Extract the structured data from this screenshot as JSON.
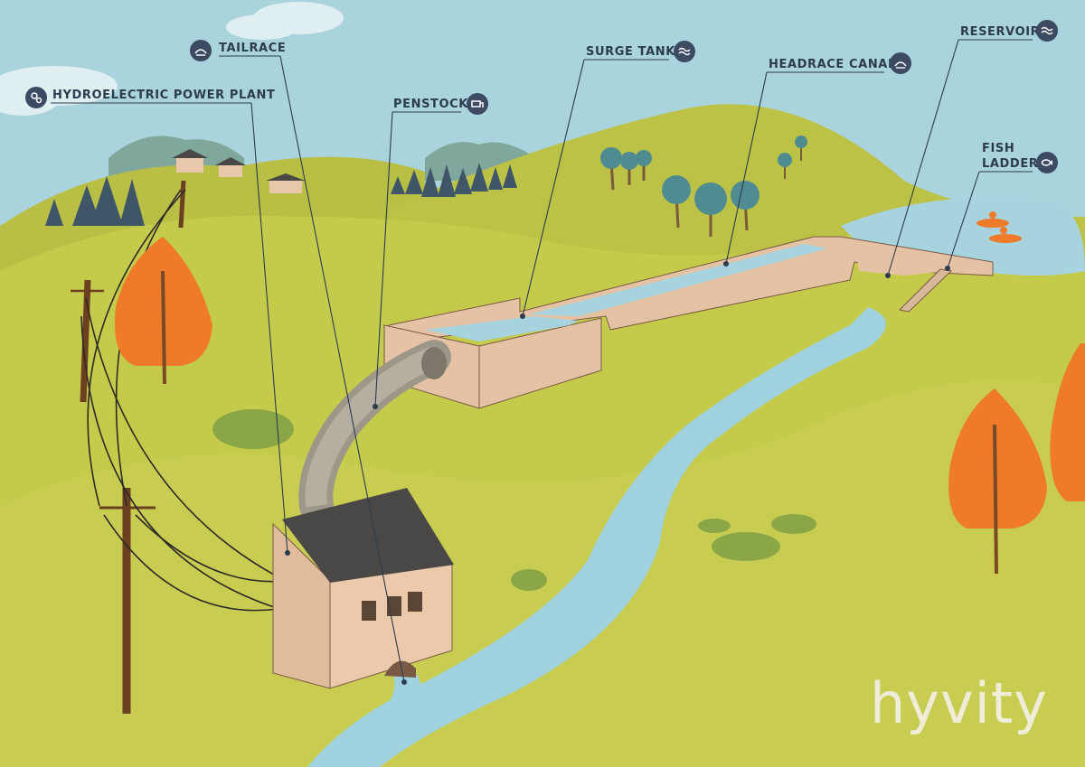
{
  "labels": {
    "tailrace": "TAILRACE",
    "hydroelectric_power_plant": "HYDROELECTRIC POWER PLANT",
    "penstock": "PENSTOCK",
    "surge_tank": "SURGE TANK",
    "headrace_canal": "HEADRACE CANAL",
    "reservoir": "RESERVOIR",
    "fish_ladder_line1": "FISH",
    "fish_ladder_line2": "LADDER"
  },
  "icons": {
    "tailrace": "dam-icon",
    "hydroelectric_power_plant": "gears-icon",
    "penstock": "pipe-icon",
    "surge_tank": "waves-icon",
    "headrace_canal": "dam-icon",
    "reservoir": "waves-icon",
    "fish_ladder": "fish-icon"
  },
  "logo": "hyvity",
  "colors": {
    "sky": "#a9d3dc",
    "grass": "#c5c94a",
    "water": "#9fd0dd",
    "concrete": "#e6c2a4",
    "roof": "#4a4846",
    "autumn_tree": "#ef7a2a",
    "label_text": "#2d3b4e",
    "icon_badge": "#3c4a62"
  }
}
